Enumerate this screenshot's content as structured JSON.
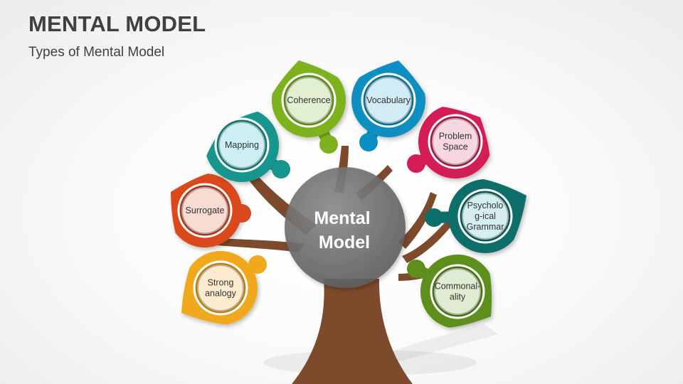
{
  "slide": {
    "title": "MENTAL MODEL",
    "subtitle": "Types of Mental Model"
  },
  "center": {
    "line1": "Mental",
    "line2": "Model"
  },
  "leaves": [
    {
      "key": "surrogate",
      "lines": [
        "Surrogate"
      ],
      "color": "#D9481F",
      "inner": "#FADBD2"
    },
    {
      "key": "mapping",
      "lines": [
        "Mapping"
      ],
      "color": "#16968E",
      "inner": "#CDEFF3"
    },
    {
      "key": "coherence",
      "lines": [
        "Coherence"
      ],
      "color": "#7DB21E",
      "inner": "#E2EFD0"
    },
    {
      "key": "vocabulary",
      "lines": [
        "Vocabulary"
      ],
      "color": "#0B8FC2",
      "inner": "#D2ECF6"
    },
    {
      "key": "problem",
      "lines": [
        "Problem",
        "Space"
      ],
      "color": "#D41C55",
      "inner": "#F7D7E0"
    },
    {
      "key": "psycho",
      "lines": [
        "Psycholo",
        "g-ical",
        "Grammar"
      ],
      "color": "#0E6E6B",
      "inner": "#D5EFF0"
    },
    {
      "key": "commonality",
      "lines": [
        "Commonal-",
        "ality"
      ],
      "color": "#5C8F1C",
      "inner": "#E1EDD3"
    },
    {
      "key": "strong",
      "lines": [
        "Strong",
        "analogy"
      ],
      "color": "#F0A81C",
      "inner": "#FCEBCF"
    }
  ],
  "colors": {
    "trunk": "#7E4A2C",
    "center_circle": "#6E6E6E",
    "title": "#404040"
  }
}
